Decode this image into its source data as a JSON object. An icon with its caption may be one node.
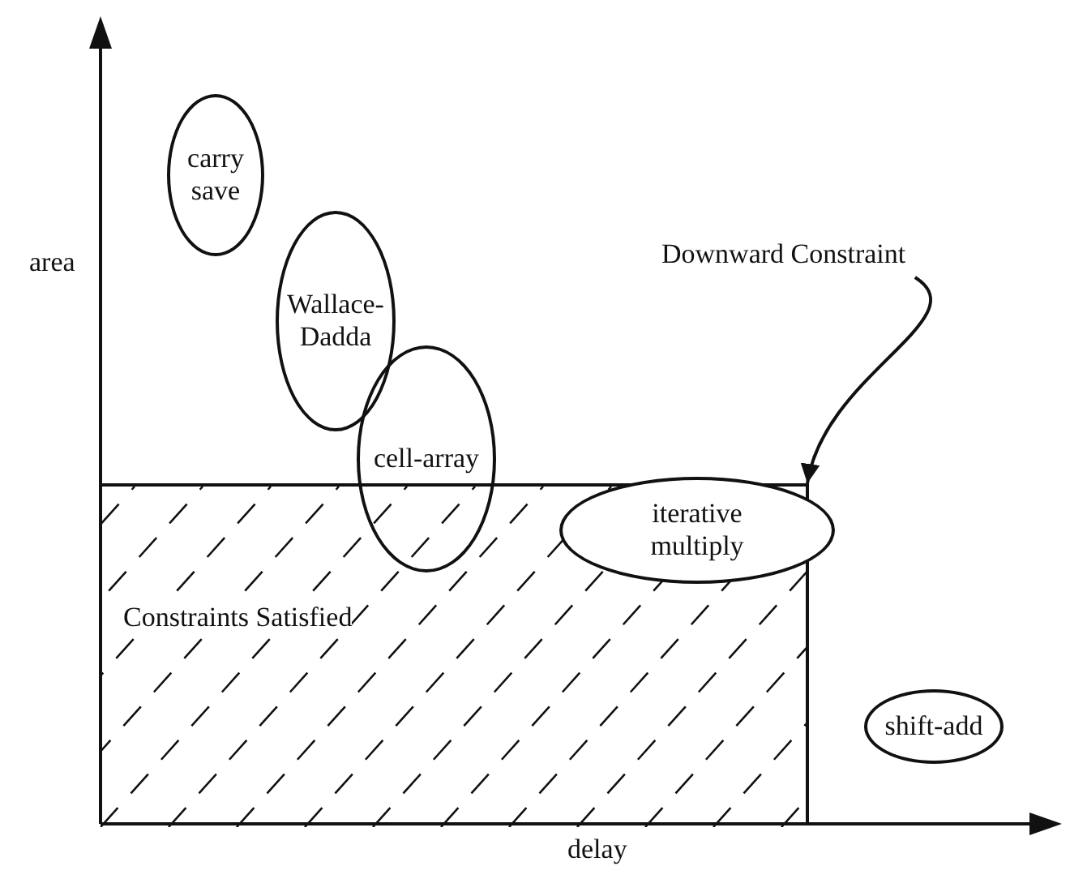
{
  "diagram": {
    "nodes": [
      {
        "text": [
          "carry save"
        ]
      },
      {
        "text": [
          "Downward Constraint"
        ]
      },
      {
        "text": [
          "Wallace-Dadda"
        ]
      },
      {
        "text": [
          "cell-array"
        ]
      },
      {
        "text": [
          "Constraints Satisfied"
        ]
      },
      {
        "text": [
          "iterative multiply"
        ]
      },
      {
        "text": [
          "shift-add"
        ]
      }
    ],
    "edges": [
      {
        "from": 1,
        "to": 4,
        "arrow": "to"
      }
    ],
    "labels": [
      "area",
      "delay"
    ]
  }
}
